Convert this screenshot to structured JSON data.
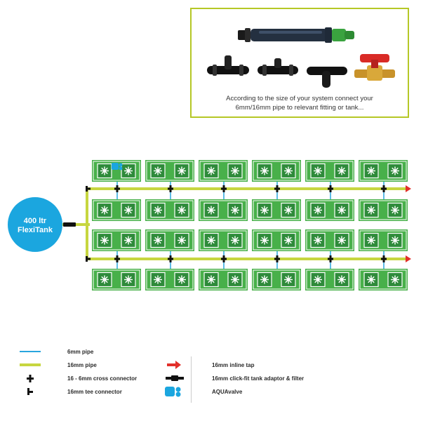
{
  "callout": {
    "lines": [
      "According to the size of your system connect your",
      "6mm/16mm pipe to relevant fitting or tank..."
    ],
    "fittings": [
      "click-fit-adaptor-filter",
      "cross-connector",
      "tee-connector",
      "tee-fitting",
      "inline-tap"
    ]
  },
  "tank": {
    "line1": "400 ltr",
    "line2": "FlexiTank",
    "color": "#1ba6df"
  },
  "layout": {
    "rows": 4,
    "trays_per_row": 6
  },
  "colors": {
    "tray": "#48b04a",
    "pot": "#2e8b3a",
    "pipe_16mm": "#c7d640",
    "pipe_6mm": "#29a6de",
    "tap": "#e2302a",
    "connector": "#111111",
    "aquavalve": "#1ba6df",
    "callout_border": "#b5c726"
  },
  "legend": {
    "pipe_6mm": "6mm pipe",
    "pipe_16mm": "16mm pipe",
    "cross_connector": "16 - 6mm cross connector",
    "tee_connector": "16mm tee connector",
    "inline_tap": "16mm inline tap",
    "click_fit": "16mm click-fit tank adaptor & filter",
    "aquavalve": "AQUAvalve"
  }
}
